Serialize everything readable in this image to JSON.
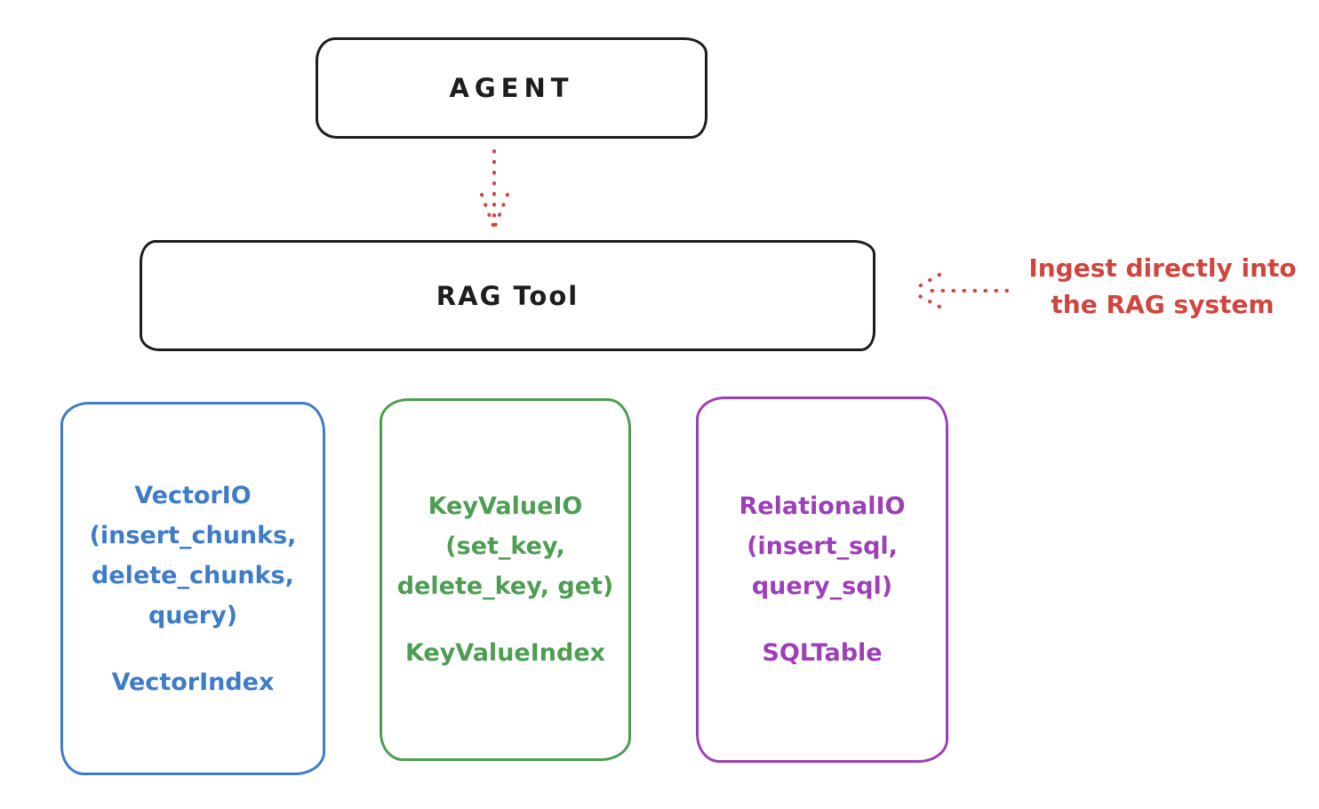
{
  "diagram": {
    "background": "#ffffff",
    "ink_color": "#1d1d1d",
    "accent_red": "#d0453e",
    "agent": {
      "label": "AGENT"
    },
    "rag_tool": {
      "label": "RAG Tool"
    },
    "annotation": {
      "line1": "Ingest directly into",
      "line2": "the RAG system"
    },
    "io_boxes": [
      {
        "name": "vector-io",
        "color": "#3e7cc7",
        "lines": [
          "VectorIO",
          "(insert_chunks,",
          "delete_chunks,",
          "query)"
        ],
        "index_label": "VectorIndex"
      },
      {
        "name": "keyvalue-io",
        "color": "#4d9e52",
        "lines": [
          "KeyValueIO",
          "(set_key,",
          "delete_key, get)"
        ],
        "index_label": "KeyValueIndex"
      },
      {
        "name": "relational-io",
        "color": "#9d3fb8",
        "lines": [
          "RelationalIO",
          "(insert_sql,",
          "query_sql)"
        ],
        "index_label": "SQLTable"
      }
    ]
  }
}
